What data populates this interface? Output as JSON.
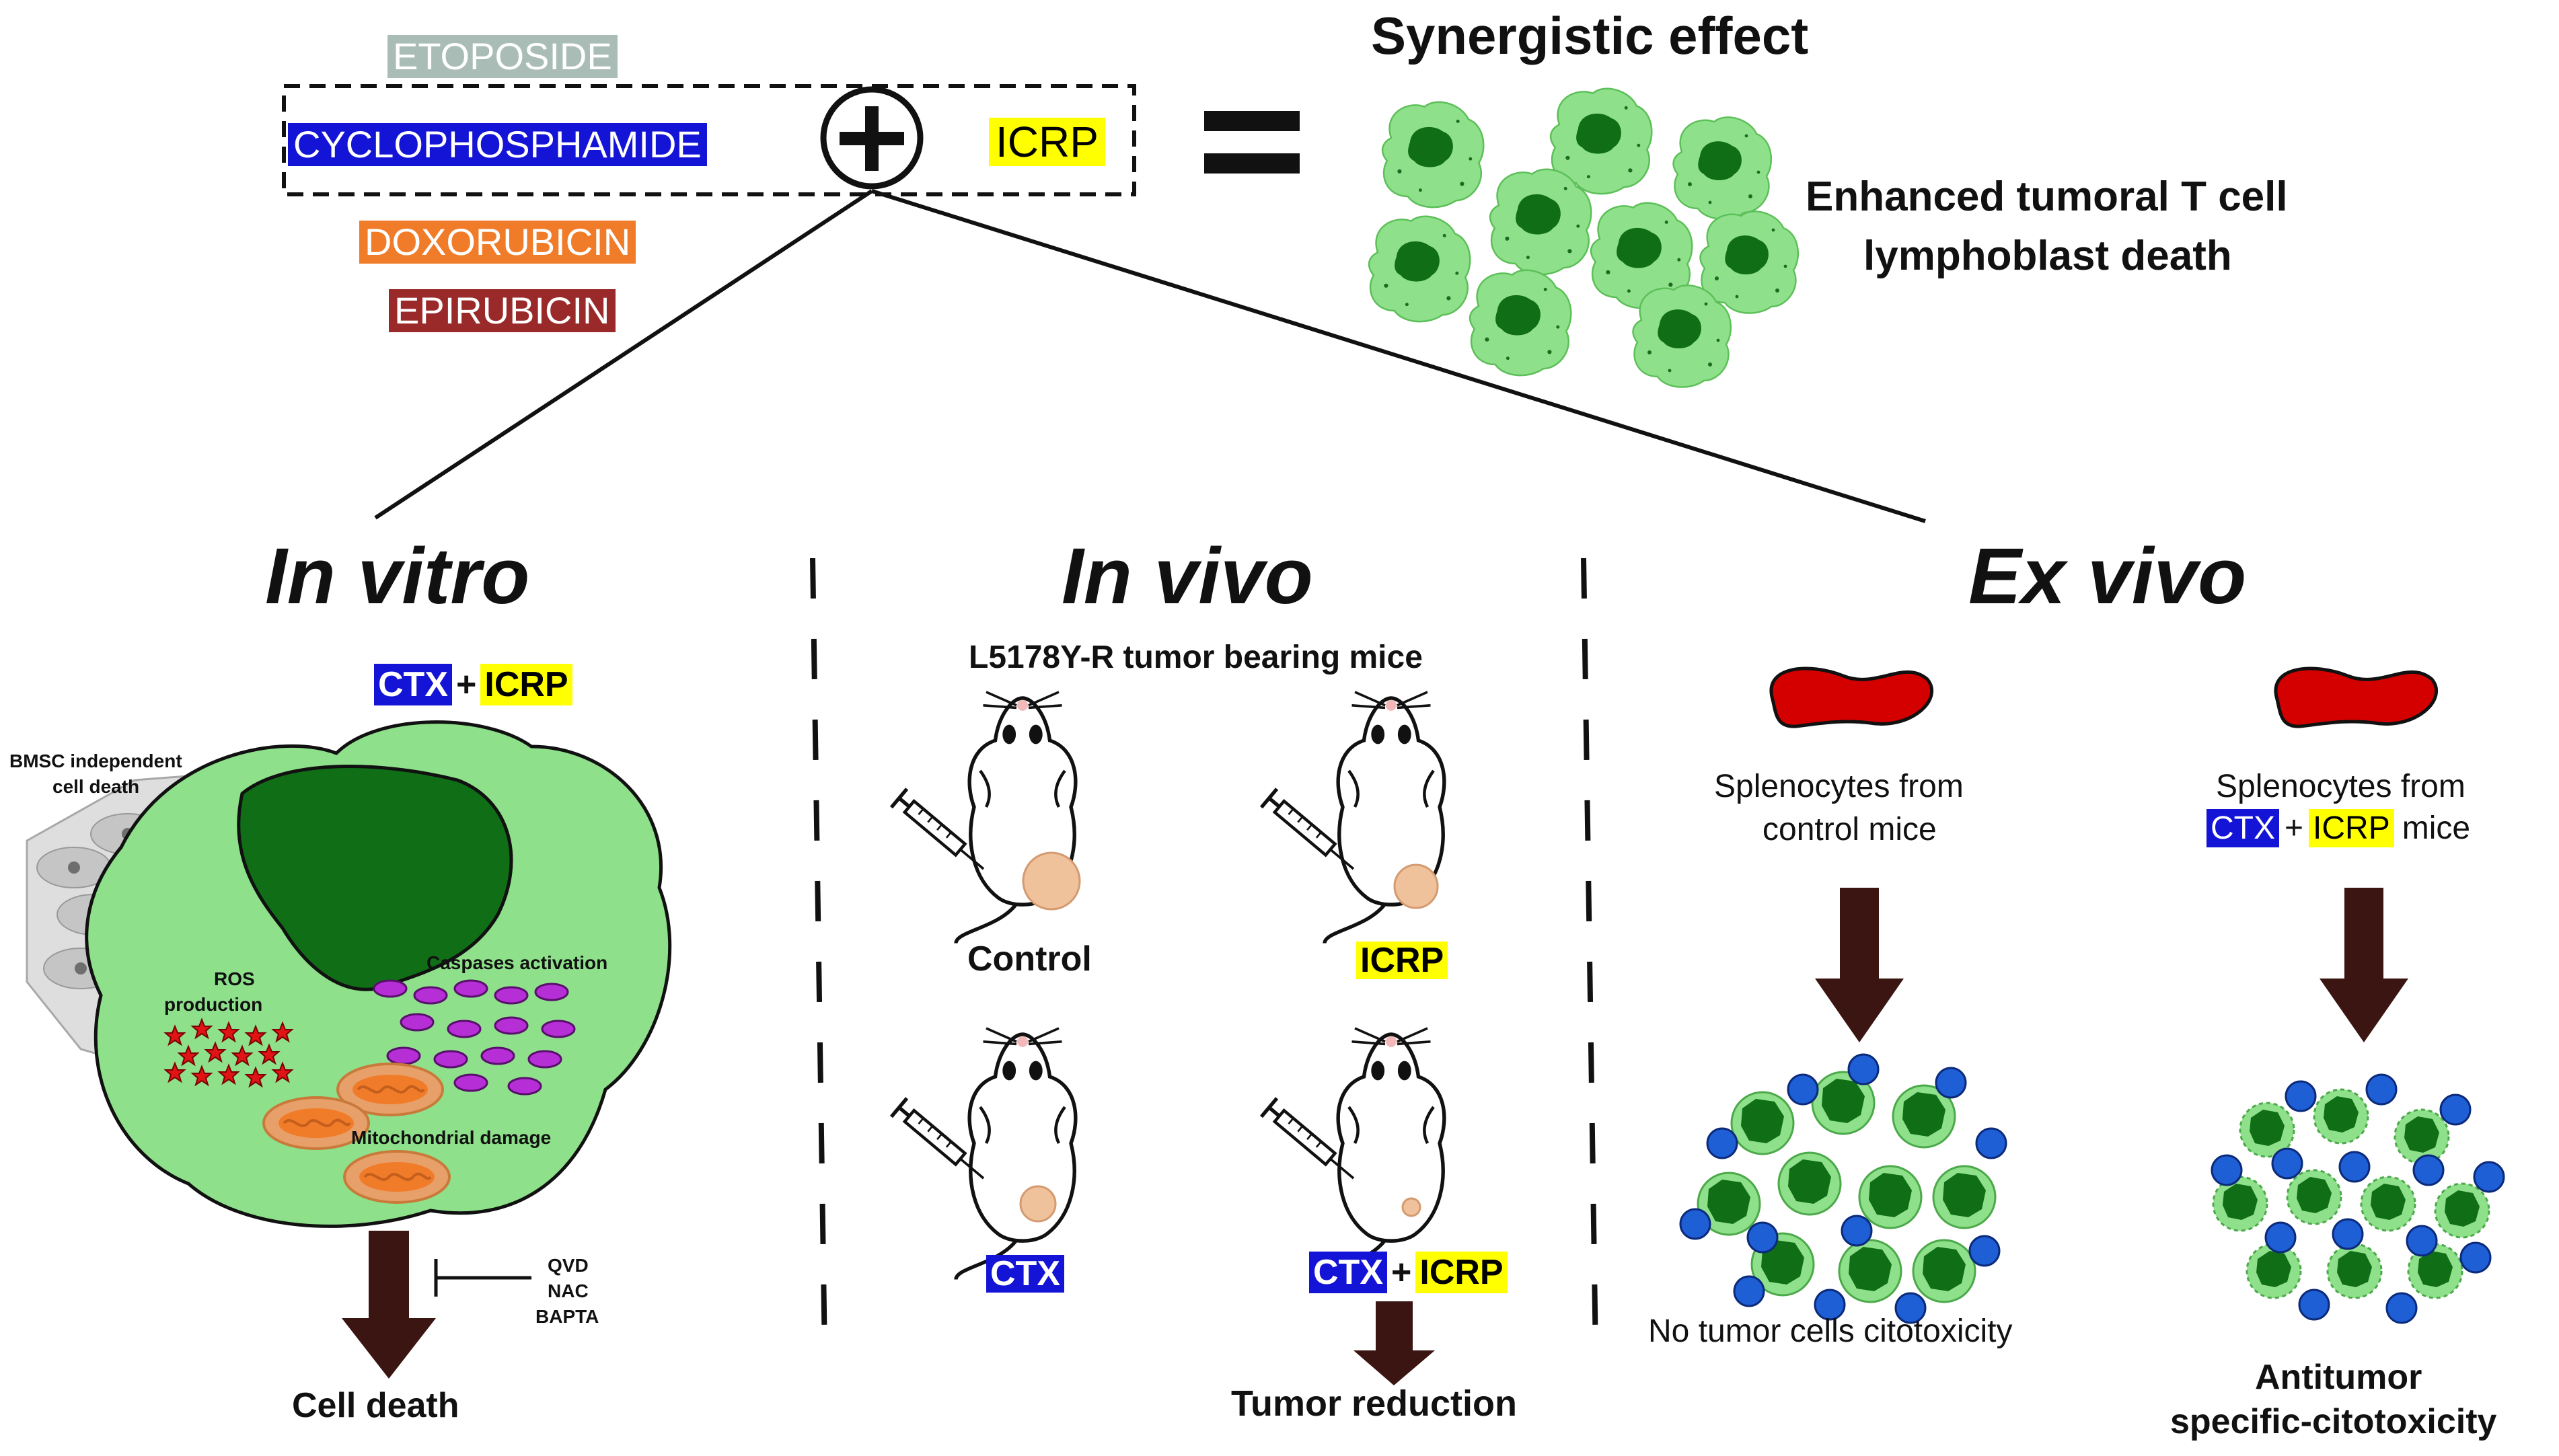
{
  "drugs": {
    "etoposide": "ETOPOSIDE",
    "cyclophosphamide": "CYCLOPHOSPHAMIDE",
    "doxorubicin": "DOXORUBICIN",
    "epirubicin": "EPIRUBICIN"
  },
  "combo": {
    "plus": "+",
    "icrp": "ICRP",
    "equals": "="
  },
  "synergy": {
    "title": "Synergistic effect",
    "result_line1": "Enhanced tumoral T cell",
    "result_line2": "lymphoblast death"
  },
  "in_vitro": {
    "title": "In vitro",
    "ctx": "CTX",
    "plus": "+",
    "icrp": "ICRP",
    "bmsc_line1": "BMSC independent",
    "bmsc_line2": "cell death",
    "ros_line1": "ROS",
    "ros_line2": "production",
    "caspases": "Caspases activation",
    "mito": "Mitochondrial damage",
    "inhibitors": [
      "QVD",
      "NAC",
      "BAPTA"
    ],
    "outcome": "Cell death"
  },
  "in_vivo": {
    "title": "In vivo",
    "subtitle": "L5178Y-R tumor bearing mice",
    "control": "Control",
    "icrp": "ICRP",
    "ctx": "CTX",
    "combo_ctx": "CTX",
    "combo_plus": "+",
    "combo_icrp": "ICRP",
    "outcome": "Tumor reduction"
  },
  "ex_vivo": {
    "title": "Ex vivo",
    "left_line1": "Splenocytes from",
    "left_line2": "control mice",
    "right_line1": "Splenocytes from",
    "right_ctx": "CTX",
    "right_plus": "+",
    "right_icrp": "ICRP",
    "right_mice": "mice",
    "left_outcome": "No tumor cells citotoxicity",
    "right_outcome_line1": "Antitumor",
    "right_outcome_line2": "specific-citotoxicity"
  },
  "colors": {
    "etoposide": "#a9bdb6",
    "cyclophosphamide": "#1414d6",
    "doxorubicin": "#f07c2a",
    "epirubicin": "#9a2a2a",
    "icrp": "#ffff00",
    "cell": "#8ee08a",
    "nucleus": "#0f6e16",
    "tcell": "#1e5fd6",
    "spleen": "#d40000",
    "arrow": "#3a1512"
  },
  "icons": [
    "spleen-icon",
    "mouse-icon",
    "syringe-icon",
    "tumor-icon",
    "cell-icon",
    "arrow-down-icon"
  ]
}
